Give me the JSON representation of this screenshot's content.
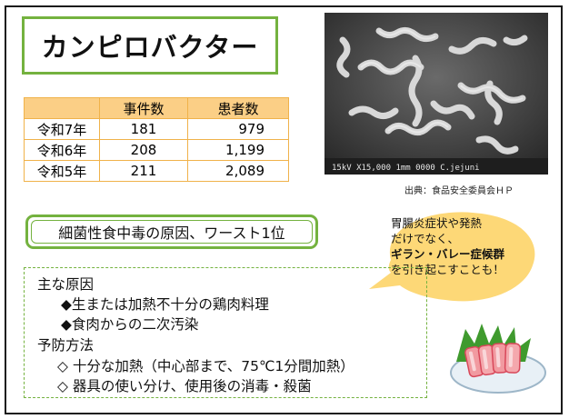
{
  "title": "カンピロバクター",
  "table": {
    "headers": [
      "",
      "事件数",
      "患者数"
    ],
    "rows": [
      {
        "year": "令和7年",
        "incidents": "181",
        "patients": "979"
      },
      {
        "year": "令和6年",
        "incidents": "208",
        "patients": "1,199"
      },
      {
        "year": "令和5年",
        "incidents": "211",
        "patients": "2,089"
      }
    ]
  },
  "photo": {
    "caption": "15kV  X15,000  1mm  0000 C.jejuni"
  },
  "credit": "出典：食品安全委員会ＨＰ",
  "rank_text": "細菌性食中毒の原因、ワースト1位",
  "bubble": {
    "line1": "胃腸炎症状や発熱",
    "line2": "だけでなく、",
    "line3": "ギラン・バレー症候群",
    "line4": "を引き起こすことも！"
  },
  "causes": {
    "heading": "主な原因",
    "items": [
      "◆生または加熱不十分の鶏肉料理",
      "◆食肉からの二次汚染"
    ],
    "prevention_heading": "予防方法",
    "prevention_items": [
      "◇ 十分な加熱（中心部まで、75℃1分間加熱）",
      "◇ 器具の使い分け、使用後の消毒・殺菌"
    ]
  },
  "colors": {
    "green_border": "#74b23f",
    "table_header": "#fbcf86",
    "table_border": "#f0b24a",
    "bubble_fill": "#fdd877"
  }
}
